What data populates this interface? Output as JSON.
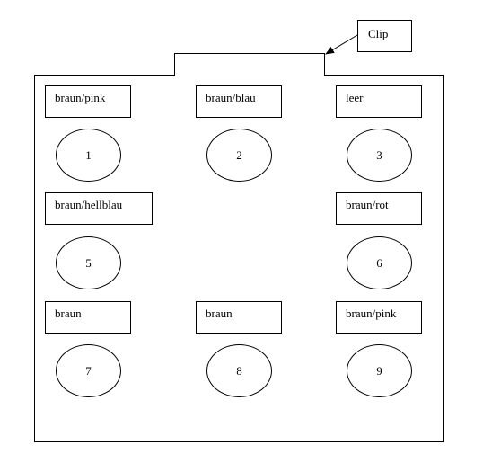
{
  "callout": {
    "label": "Clip"
  },
  "positions": [
    {
      "label": "braun/pink",
      "number": "1"
    },
    {
      "label": "braun/blau",
      "number": "2"
    },
    {
      "label": "leer",
      "number": "3"
    },
    {
      "label": "braun/hellblau",
      "number": "5"
    },
    {
      "label": "braun/rot",
      "number": "6"
    },
    {
      "label": "braun",
      "number": "7"
    },
    {
      "label": "braun",
      "number": "8"
    },
    {
      "label": "braun/pink",
      "number": "9"
    }
  ]
}
